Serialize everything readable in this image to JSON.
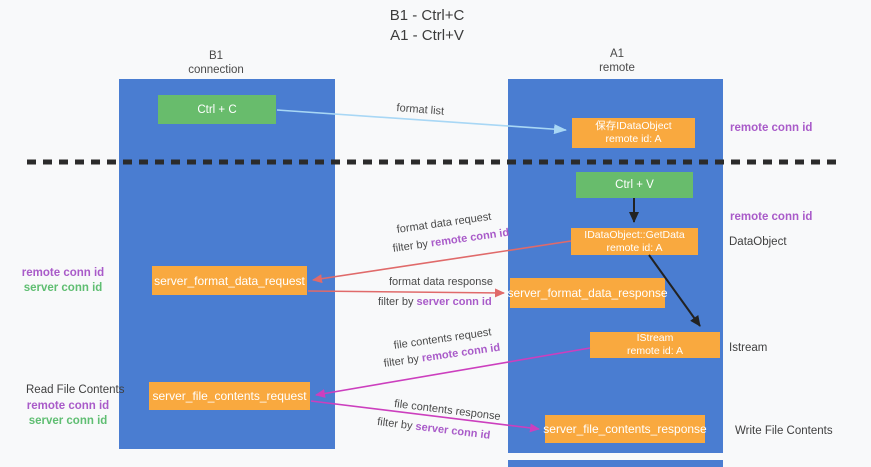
{
  "title": {
    "line1": "B1 - Ctrl+C",
    "line2": "A1 - Ctrl+V"
  },
  "lanes": {
    "left": {
      "header_line1": "B1",
      "header_line2": "connection"
    },
    "right": {
      "header_line1": "A1",
      "header_line2": "remote"
    }
  },
  "nodes": {
    "ctrl_c": "Ctrl + C",
    "ctrl_v": "Ctrl + V",
    "save_dataobject_line1": "保存IDataObject",
    "save_dataobject_line2": "remote id: A",
    "getdata_line1": "IDataObject::GetData",
    "getdata_line2": "remote id: A",
    "istream_line1": "IStream",
    "istream_line2": "remote id: A",
    "format_request": "server_format_data_request",
    "format_response": "server_format_data_response",
    "file_request": "server_file_contents_request",
    "file_response": "server_file_contents_response"
  },
  "arrow_labels": {
    "format_list": "format list",
    "format_data_request": "format data request",
    "format_data_response": "format data response",
    "file_contents_request": "file contents request",
    "file_contents_response": "file contents response",
    "filter_by": "filter by",
    "remote_conn_id": "remote conn id",
    "server_conn_id": "server conn id"
  },
  "side_labels": {
    "remote_conn_id": "remote conn id",
    "server_conn_id": "server conn id",
    "data_object": "DataObject",
    "istream": "Istream",
    "read_file_contents": "Read File Contents",
    "write_file_contents": "Write File Contents"
  },
  "colors": {
    "lane_blue": "#4A7DD1",
    "box_green": "#68BC6C",
    "box_orange": "#F9A93F",
    "accent_purple": "#A95BC9",
    "accent_green": "#5FBE72",
    "arrow_red": "#E06A6A",
    "arrow_magenta": "#CC3FBE",
    "arrow_lightblue": "#A8D7F5",
    "arrow_black": "#222222",
    "dashed_line": "#2b2b2b"
  }
}
